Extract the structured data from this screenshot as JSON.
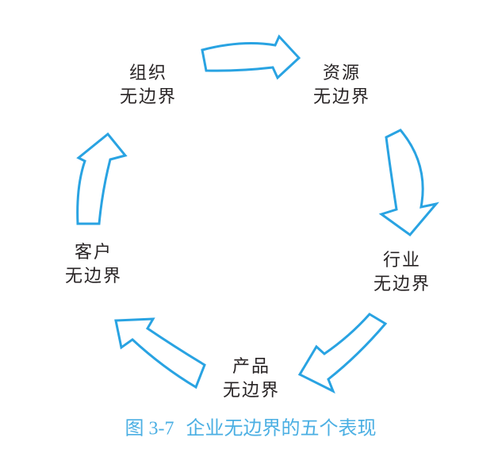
{
  "diagram": {
    "type": "cycle",
    "nodes": [
      {
        "id": "organization",
        "line1": "组织",
        "line2": "无边界"
      },
      {
        "id": "resources",
        "line1": "资源",
        "line2": "无边界"
      },
      {
        "id": "industry",
        "line1": "行业",
        "line2": "无边界"
      },
      {
        "id": "product",
        "line1": "产品",
        "line2": "无边界"
      },
      {
        "id": "customer",
        "line1": "客户",
        "line2": "无边界"
      }
    ],
    "flow": [
      {
        "from": "组织无边界",
        "to": "资源无边界"
      },
      {
        "from": "资源无边界",
        "to": "行业无边界"
      },
      {
        "from": "行业无边界",
        "to": "产品无边界"
      },
      {
        "from": "产品无边界",
        "to": "客户无边界"
      },
      {
        "from": "客户无边界",
        "to": "组织无边界"
      }
    ]
  },
  "caption": {
    "figure_label": "图 3-7",
    "title": "企业无边界的五个表现"
  },
  "colors": {
    "arrow_blue": "#29A3E2",
    "caption_blue": "#4BAFE3",
    "label_ink": "#272324",
    "background": "#FFFFFF"
  }
}
